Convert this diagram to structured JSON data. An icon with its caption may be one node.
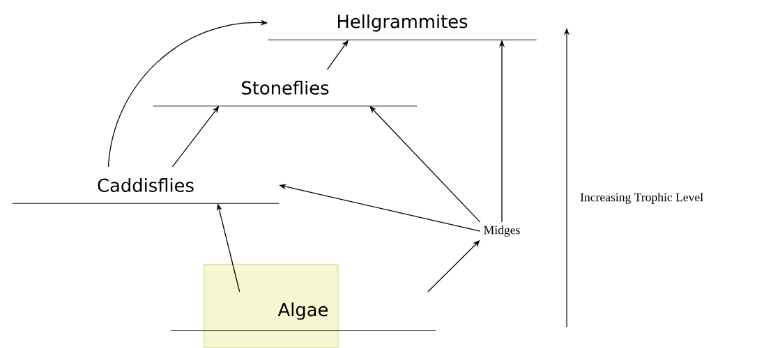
{
  "diagram": {
    "nodes": [
      {
        "text": [
          "Hellgrammites"
        ]
      },
      {
        "text": [
          "Stoneflies"
        ]
      },
      {
        "text": [
          "Caddisflies"
        ]
      },
      {
        "text": [
          "Midges"
        ]
      },
      {
        "text": [
          "Algae"
        ]
      }
    ],
    "edges": [
      {
        "from": 2,
        "to": 0,
        "arrow": "to"
      },
      {
        "from": 2,
        "to": 1,
        "arrow": "to"
      },
      {
        "from": 1,
        "to": 0,
        "arrow": "to"
      },
      {
        "from": 3,
        "to": 1,
        "arrow": "to"
      },
      {
        "from": 3,
        "to": 0,
        "arrow": "to"
      },
      {
        "from": 3,
        "to": 2,
        "arrow": "to"
      },
      {
        "from": 4,
        "to": 2,
        "arrow": "to"
      },
      {
        "from": 4,
        "to": 3,
        "arrow": "to"
      }
    ],
    "labels": [
      "Increasing Trophic Level"
    ]
  }
}
